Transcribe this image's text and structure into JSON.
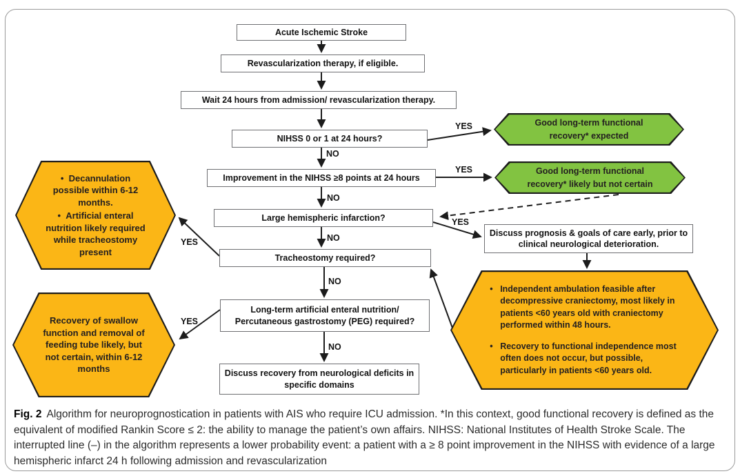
{
  "labels": {
    "yes": "YES",
    "no": "NO"
  },
  "colors": {
    "outcome_green": "#82C341",
    "outcome_orange": "#FBB616",
    "box_border": "#6D6E71",
    "arrow": "#1C1C1C"
  },
  "nodes": {
    "start": {
      "text": "Acute Ischemic Stroke"
    },
    "revascularization": {
      "text": "Revascularization therapy, if eligible."
    },
    "wait_24h": {
      "text": "Wait 24 hours from admission/ revascularization therapy."
    },
    "nihss_0_1": {
      "text": "NIHSS 0 or 1 at 24 hours?"
    },
    "nihss_improvement": {
      "text": "Improvement in the NIHSS ≥8 points at 24 hours"
    },
    "large_hemispheric": {
      "text": "Large hemispheric infarction?"
    },
    "tracheostomy": {
      "text": "Tracheostomy required?"
    },
    "peg": {
      "text": "Long-term artificial enteral nutrition/ Percutaneous gastrostomy (PEG) required?"
    },
    "discuss_domains": {
      "text": "Discuss recovery from neurological deficits in specific domains"
    },
    "discuss_prognosis": {
      "text": "Discuss prognosis & goals of care early, prior to clinical neurological deterioration."
    },
    "good_recovery_expected": {
      "text": "Good long-term functional recovery* expected"
    },
    "good_recovery_likely": {
      "text": "Good long-term functional recovery* likely but not certain"
    },
    "decannulation": {
      "bullets": [
        "Decannulation possible within 6-12 months.",
        "Artificial enteral nutrition likely required while tracheostomy present"
      ]
    },
    "swallow_recovery": {
      "text": "Recovery of swallow function and removal of feeding tube likely, but not certain, within 6-12 months"
    },
    "ambulation": {
      "bullets": [
        "Independent ambulation feasible after decompressive craniectomy, most likely in patients <60 years old with craniectomy performed within 48 hours.",
        "Recovery to functional independence most often does not occur, but possible, particularly in patients <60 years old."
      ]
    }
  },
  "caption": {
    "tag": "Fig. 2",
    "text": "Algorithm for neuroprognostication in patients with AIS who require ICU admission. *In this context, good functional recovery is defined as the equivalent of modified Rankin Score ≤ 2: the ability to manage the patient’s own affairs. NIHSS: National Institutes of Health Stroke Scale. The interrupted line (–) in the algorithm represents a lower probability event: a patient with a ≥ 8 point improvement in the NIHSS with evidence of a large hemispheric infarct 24 h following admission and revascularization"
  }
}
